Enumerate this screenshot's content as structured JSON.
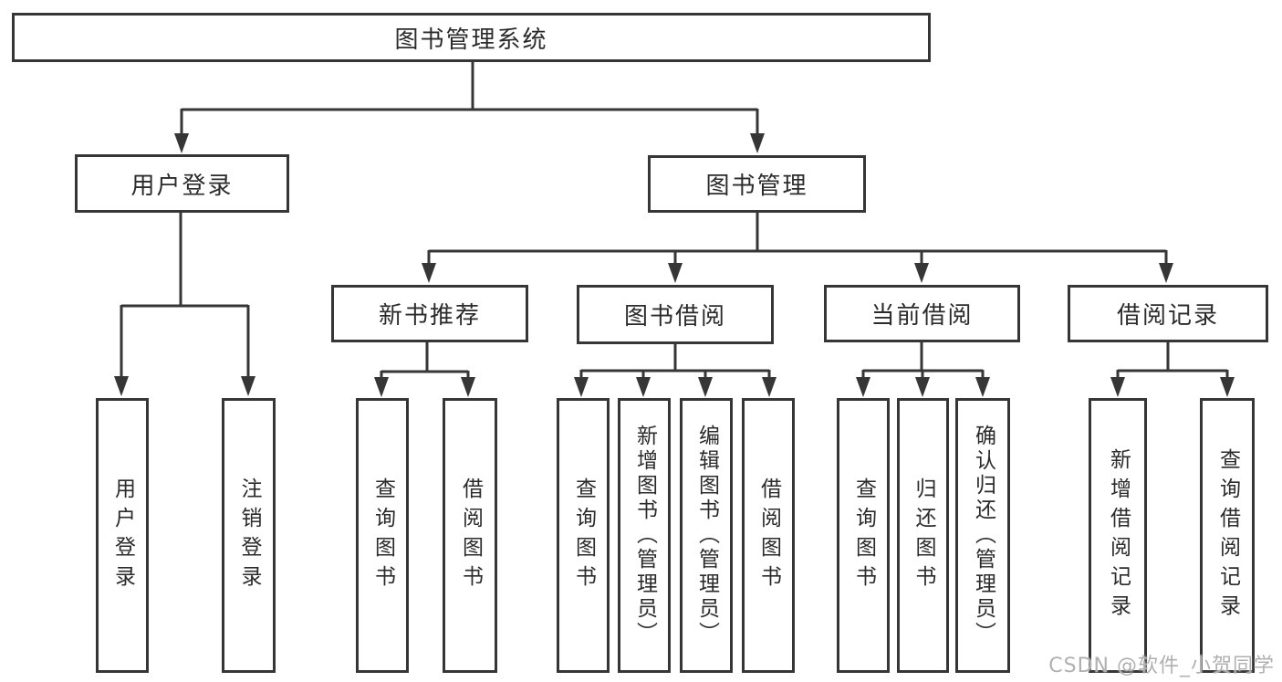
{
  "colors": {
    "background": "#ffffff",
    "line": "#363636",
    "box_border": "#363636",
    "text": "#2b2b2b",
    "watermark": "#b0b0b0"
  },
  "tree": {
    "root": {
      "label": "图书管理系统"
    },
    "level2": [
      {
        "label": "用户登录"
      },
      {
        "label": "图书管理"
      }
    ],
    "level3": [
      {
        "label": "新书推荐"
      },
      {
        "label": "图书借阅"
      },
      {
        "label": "当前借阅"
      },
      {
        "label": "借阅记录"
      }
    ],
    "leaves": [
      {
        "label": "用户登录"
      },
      {
        "label": "注销登录"
      },
      {
        "label": "查询图书"
      },
      {
        "label": "借阅图书"
      },
      {
        "label": "查询图书"
      },
      {
        "label": "新增图书（管理员）"
      },
      {
        "label": "编辑图书（管理员）"
      },
      {
        "label": "借阅图书"
      },
      {
        "label": "查询图书"
      },
      {
        "label": "归还图书"
      },
      {
        "label": "确认归还（管理员）"
      },
      {
        "label": "新增借阅记录"
      },
      {
        "label": "查询借阅记录"
      }
    ]
  },
  "watermark": {
    "text": "CSDN @软件_小贺同学"
  }
}
